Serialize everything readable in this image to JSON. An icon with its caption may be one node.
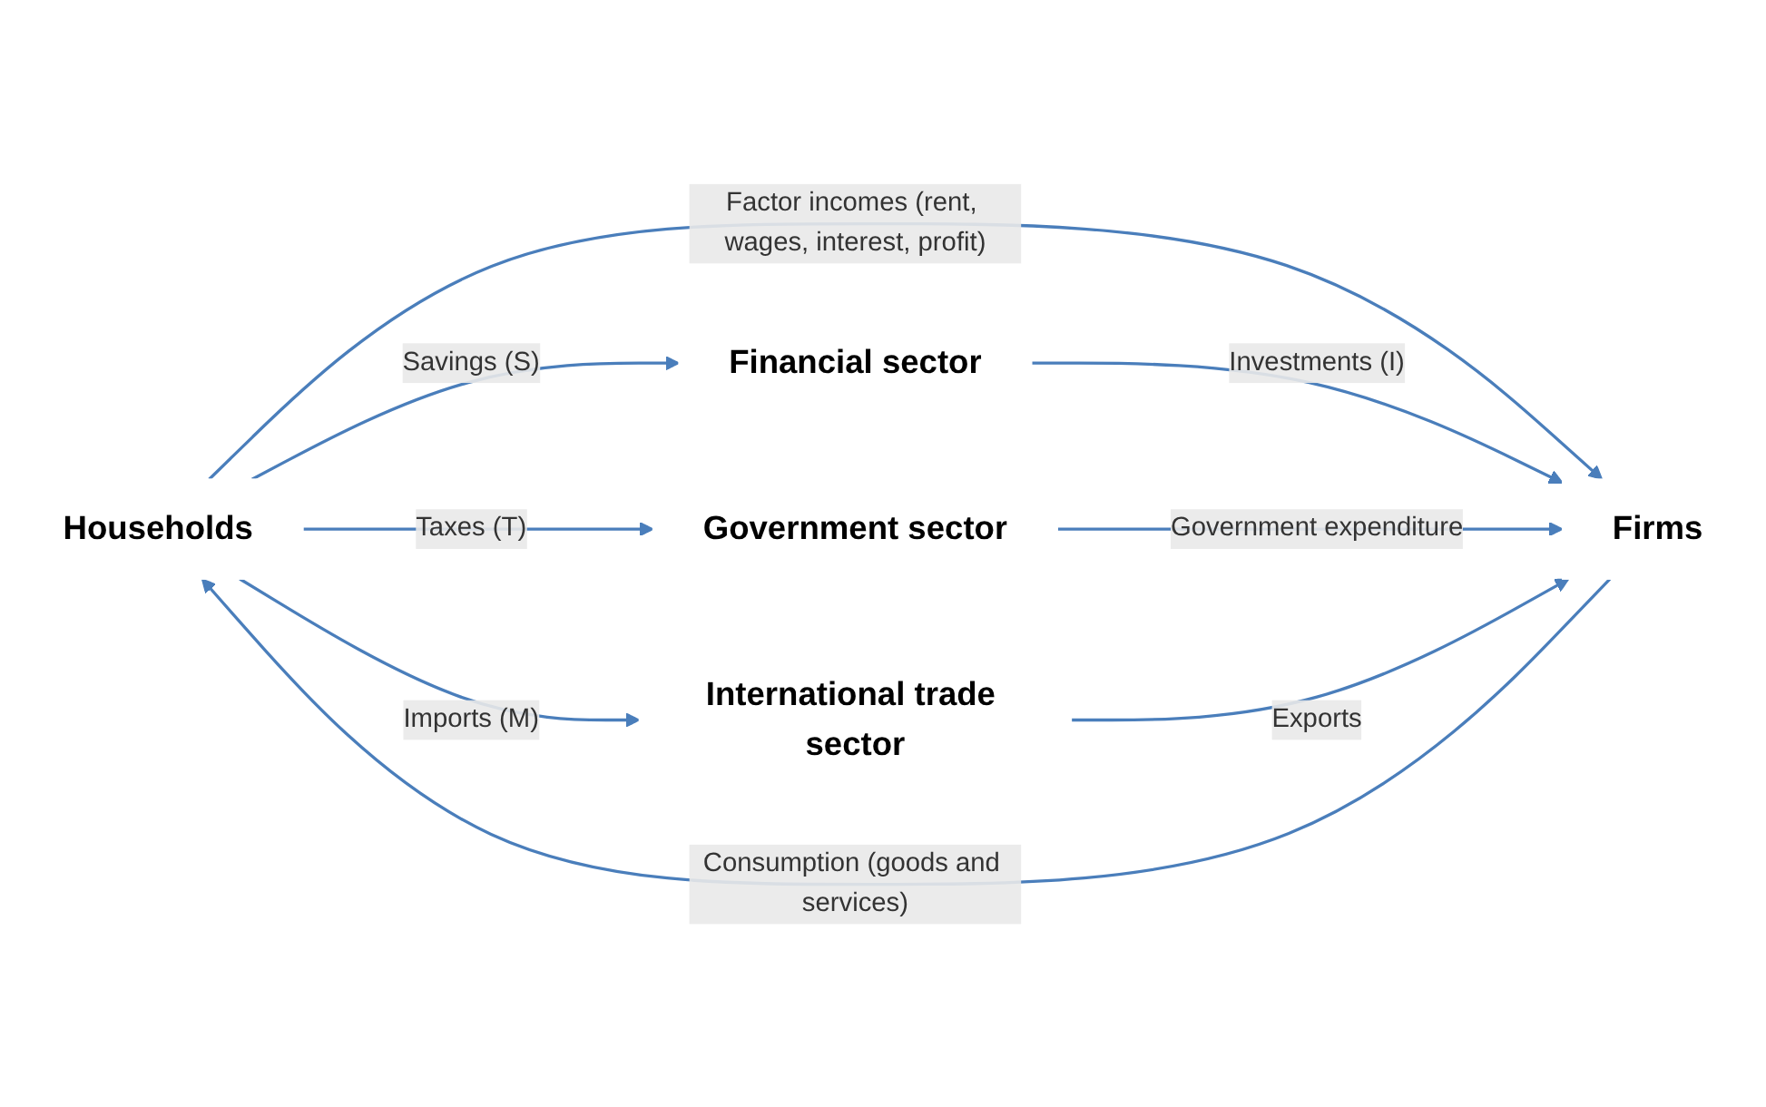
{
  "diagram": {
    "nodes": [
      {
        "text": [
          "Households"
        ]
      },
      {
        "text": [
          "Firms"
        ]
      },
      {
        "text": [
          "Financial sector"
        ]
      },
      {
        "text": [
          "Government sector"
        ]
      },
      {
        "text": [
          "International trade sector"
        ]
      }
    ],
    "edges": [
      {
        "from": 0,
        "to": 1,
        "arrow": "to",
        "label": "Factor incomes (rent, wages, interest, profit)"
      },
      {
        "from": 1,
        "to": 0,
        "arrow": "to",
        "label": "Consumption (goods and services)"
      },
      {
        "from": 0,
        "to": 2,
        "arrow": "to",
        "label": "Savings (S)"
      },
      {
        "from": 0,
        "to": 3,
        "arrow": "to",
        "label": "Taxes (T)"
      },
      {
        "from": 0,
        "to": 4,
        "arrow": "to",
        "label": "Imports (M)"
      },
      {
        "from": 2,
        "to": 1,
        "arrow": "to",
        "label": "Investments (I)"
      },
      {
        "from": 3,
        "to": 1,
        "arrow": "to",
        "label": "Government expenditure"
      },
      {
        "from": 4,
        "to": 1,
        "arrow": "to",
        "label": "Exports"
      }
    ]
  }
}
